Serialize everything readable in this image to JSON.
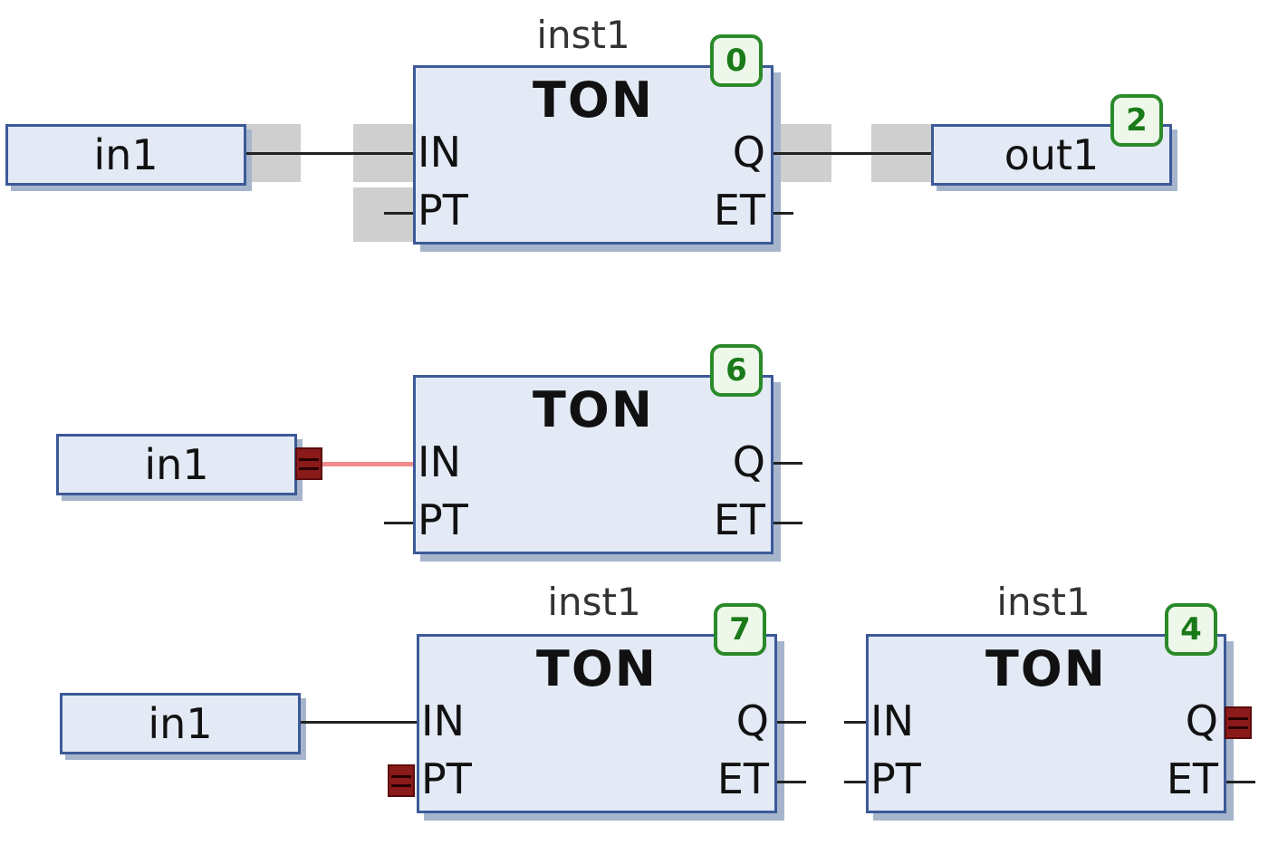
{
  "network1": {
    "input_var": "in1",
    "instance_name": "inst1",
    "block_type": "TON",
    "badge": "0",
    "pins_in": [
      "IN",
      "PT"
    ],
    "pins_out": [
      "Q",
      "ET"
    ],
    "output_var": "out1",
    "output_badge": "2"
  },
  "network2": {
    "input_var": "in1",
    "block_type": "TON",
    "badge": "6",
    "pins_in": [
      "IN",
      "PT"
    ],
    "pins_out": [
      "Q",
      "ET"
    ]
  },
  "network3": {
    "input_var": "in1",
    "block1": {
      "instance_name": "inst1",
      "block_type": "TON",
      "badge": "7",
      "pins_in": [
        "IN",
        "PT"
      ],
      "pins_out": [
        "Q",
        "ET"
      ]
    },
    "block2": {
      "instance_name": "inst1",
      "block_type": "TON",
      "badge": "4",
      "pins_in": [
        "IN",
        "PT"
      ],
      "pins_out": [
        "Q",
        "ET"
      ]
    }
  },
  "colors": {
    "block_fill": "#e3eaf5",
    "block_border": "#3c5a98",
    "badge_green": "#2a8a2a",
    "error_marker": "#8b1a1a",
    "invalid_wire": "#f08c8c",
    "selection_highlight": "#cfcfcf"
  }
}
